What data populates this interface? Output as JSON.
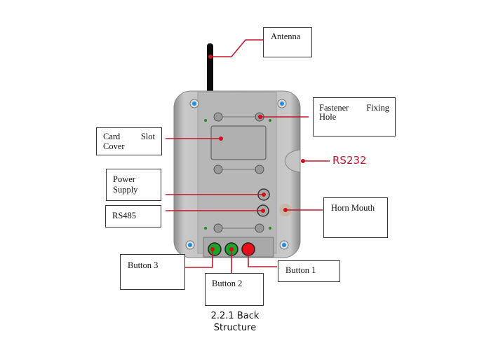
{
  "labels": {
    "antenna": "Antenna",
    "fastener_1": "Fastener",
    "fastener_2": "Fixing",
    "fastener_3": "Hole",
    "card_1": "Card",
    "card_2": "Slot",
    "card_3": "Cover",
    "power_1": "Power",
    "power_2": "Supply",
    "rs485": "RS485",
    "rs232": "RS232",
    "horn": "Horn Mouth",
    "button1": "Button 1",
    "button2": "Button 2",
    "button3": "Button 3"
  },
  "caption": {
    "line1": "2.2.1  Back",
    "line2": "Structure"
  },
  "colors": {
    "leader": "#c0192b",
    "button_green": "#1fa22b",
    "button_red": "#e8101a",
    "screw_blue": "#1e8fe0"
  }
}
